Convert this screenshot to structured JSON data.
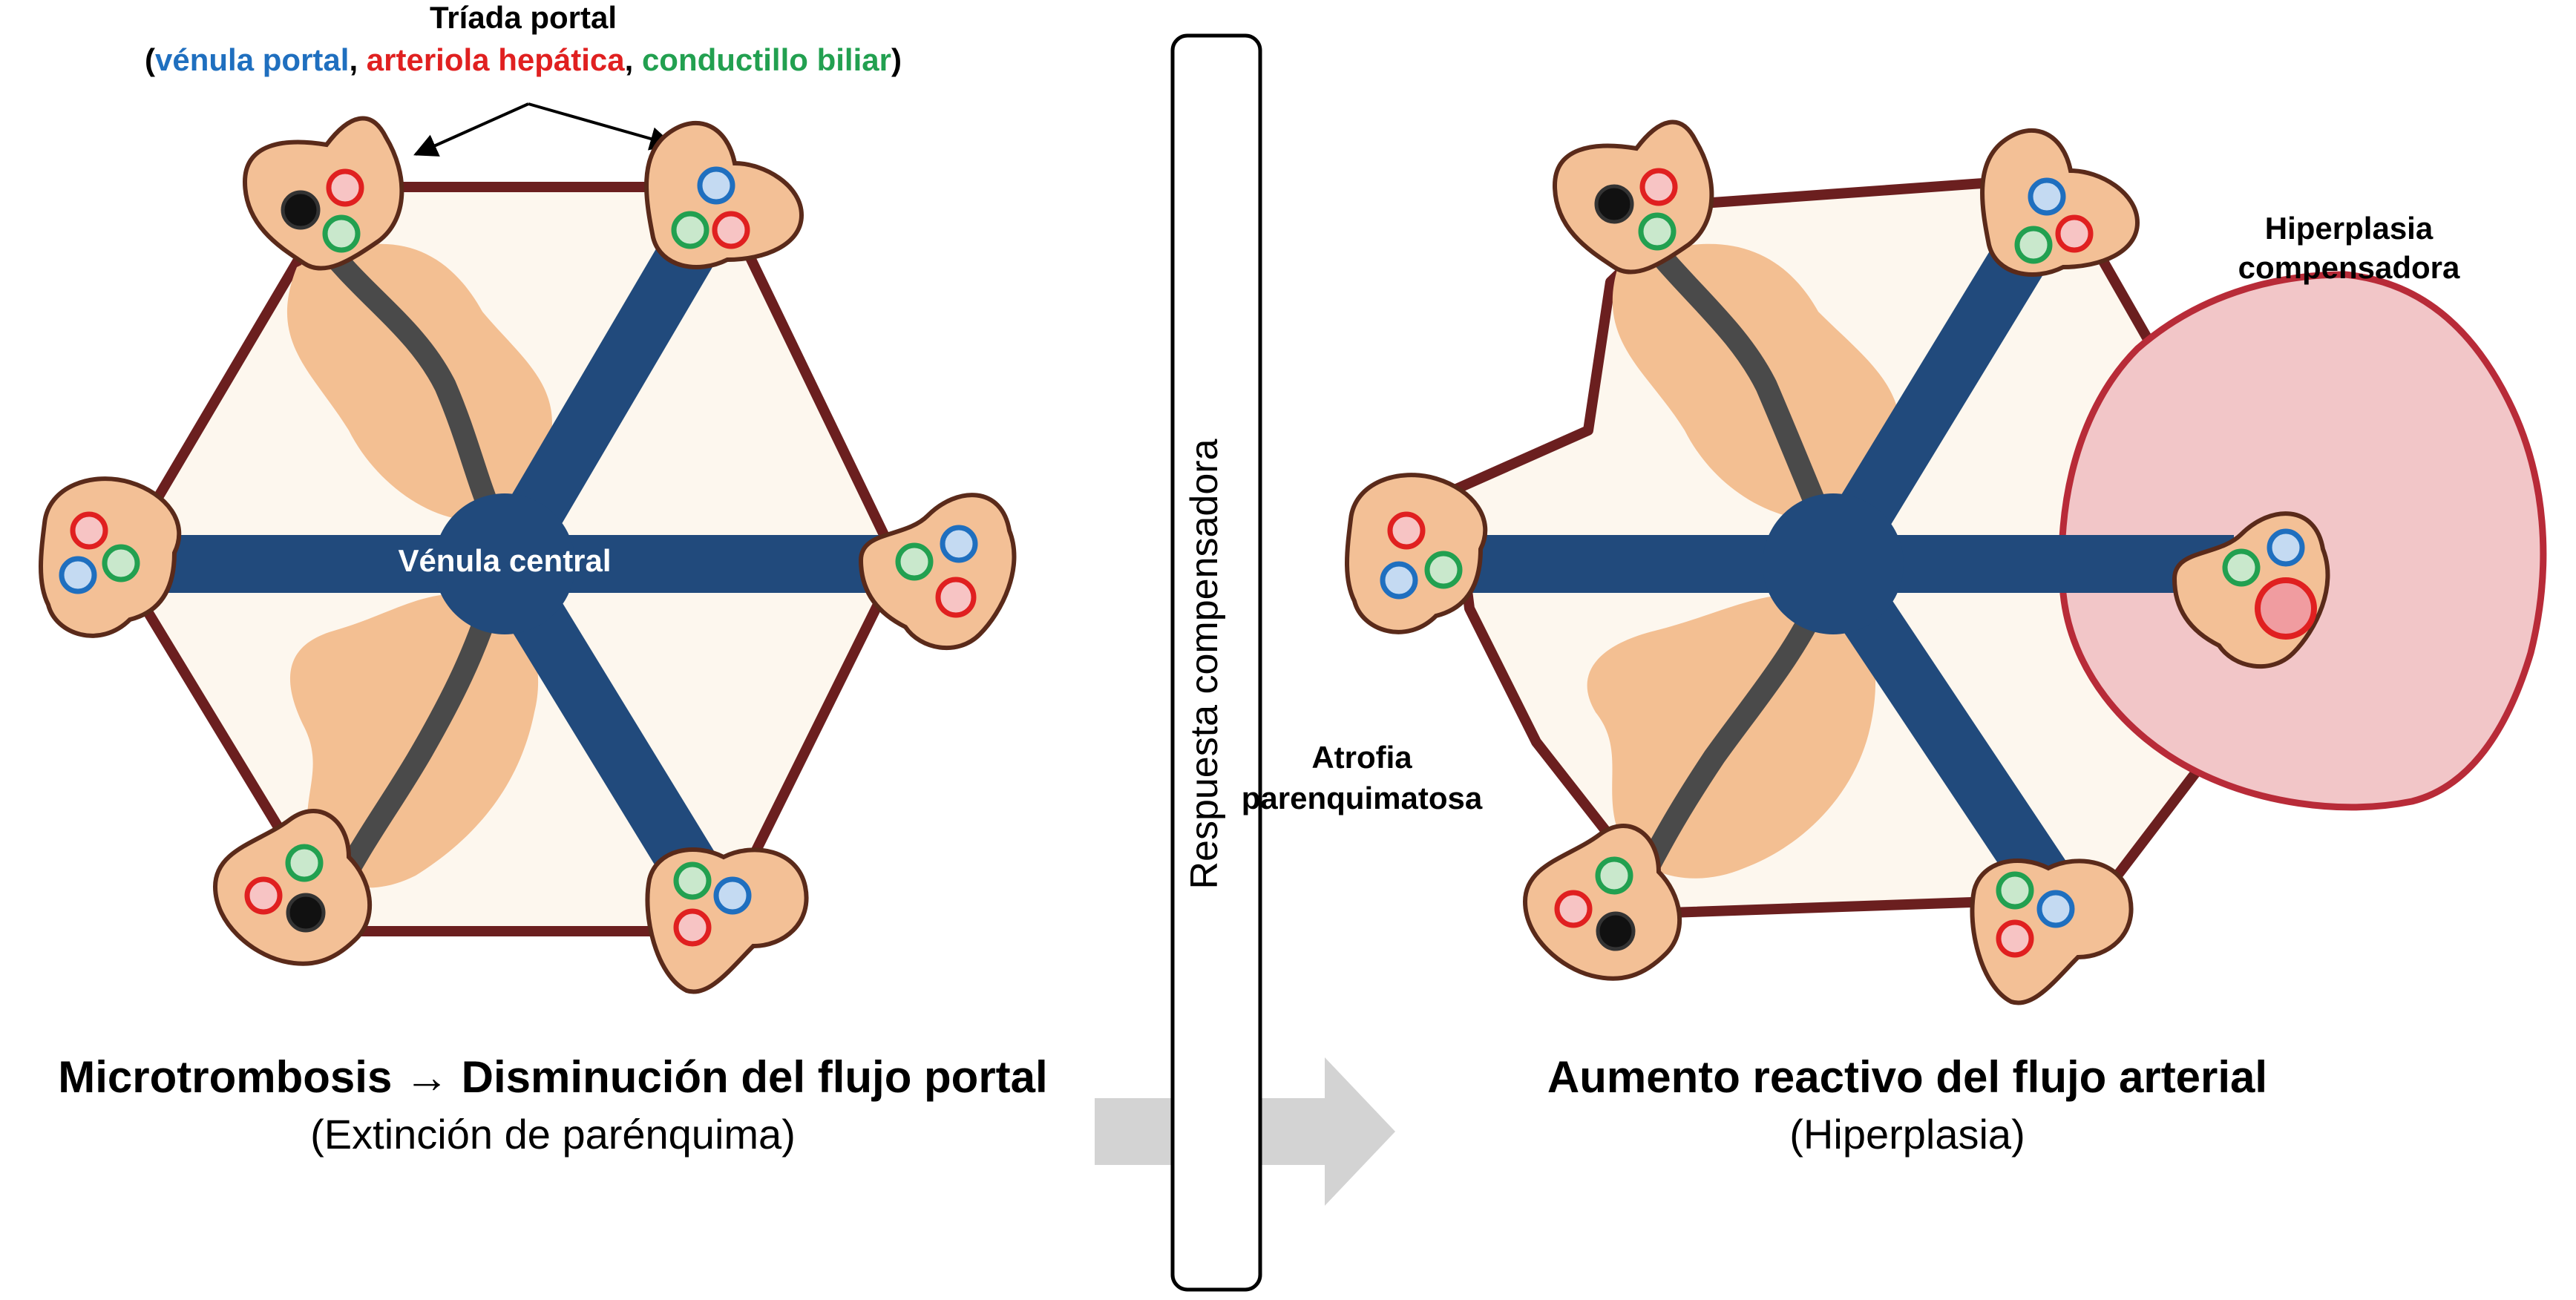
{
  "colors": {
    "blue": "#1f6fbf",
    "red": "#e02020",
    "green": "#22a050",
    "black": "#111111",
    "central_vein": "#214a7c",
    "bile": "#4a4a4a",
    "triad_fill": "#f3c096",
    "parenchyma_halo": "#f3bf92",
    "lobule_fill": "#fdf7ee",
    "lobule_border": "#6b1f1f",
    "hyperplasia_fill": "#f2c6c8",
    "hyperplasia_border": "#b82b38",
    "arrow_gray": "#d3d3d3"
  },
  "header": {
    "title": "Tríada portal",
    "open_paren": "(",
    "venula_portal": "vénula portal",
    "comma1": ", ",
    "arteriola_hepatica": "arteriola hepática",
    "comma2": ", ",
    "conductillo_biliar": "conductillo  biliar",
    "close_paren": ")"
  },
  "left": {
    "central_label": "Vénula central",
    "caption_main": "Microtrombosis → Disminución del flujo portal",
    "caption_sub": "(Extinción de parénquima)"
  },
  "middle": {
    "box_label": "Respuesta compensadora"
  },
  "right": {
    "hyperplasia_label_1": "Hiperplasia",
    "hyperplasia_label_2": "compensadora",
    "atrophy_label_1": "Atrofia",
    "atrophy_label_2": "parenquimatosa",
    "caption_main": "Aumento reactivo del flujo arterial",
    "caption_sub": "(Hiperplasia)"
  }
}
